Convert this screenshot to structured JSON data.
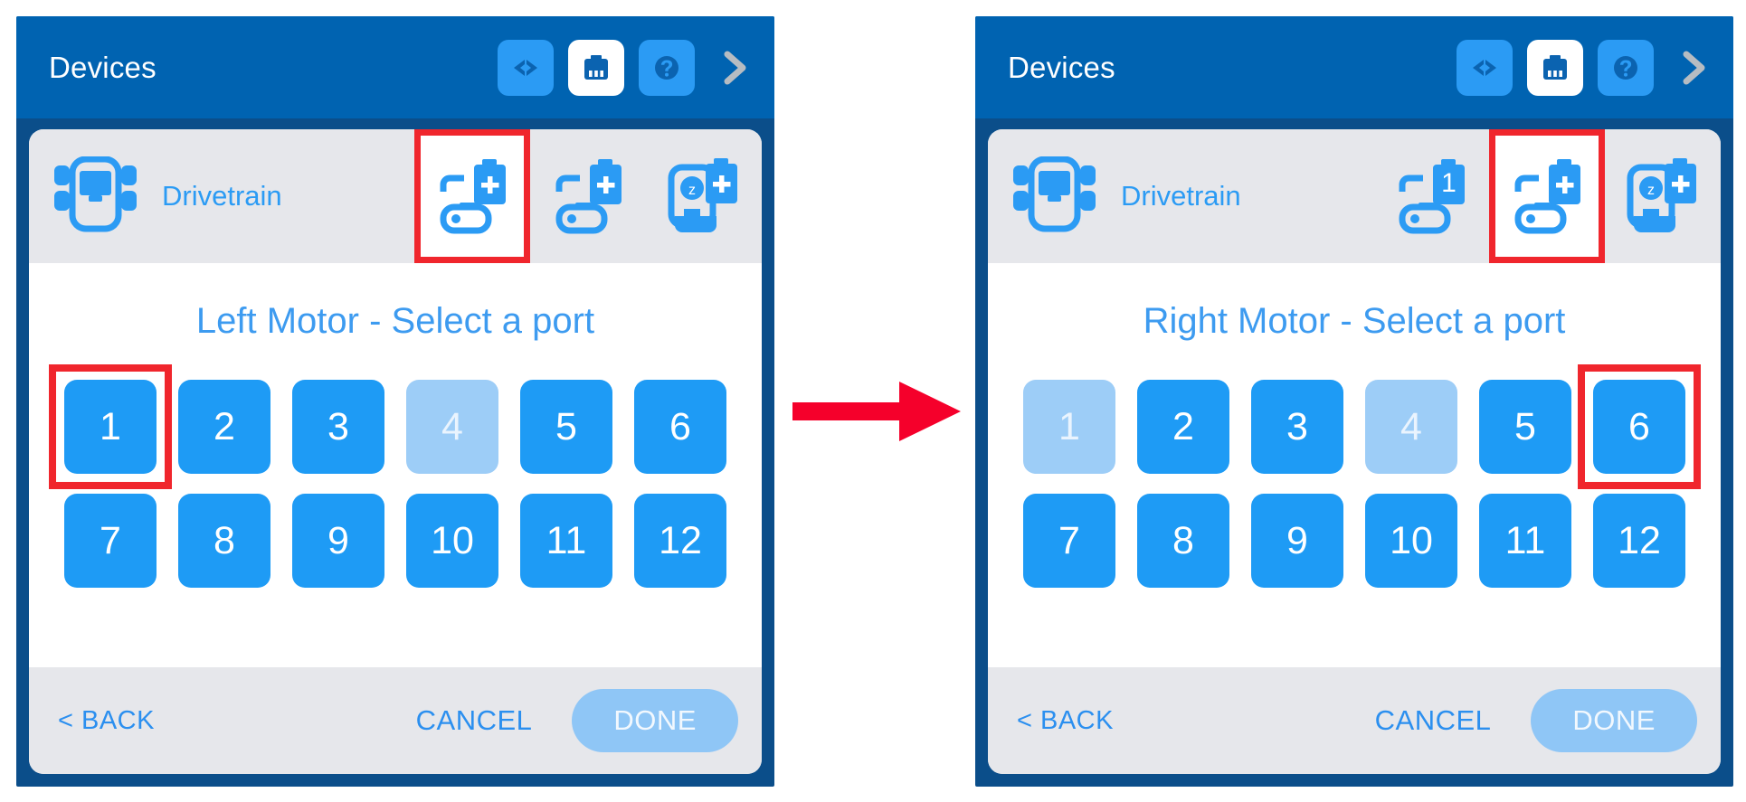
{
  "accent": {
    "header_blue": "#0063B1",
    "frame_navy": "#0B4E8A",
    "card_grey": "#E6E7EB",
    "port_blue": "#1E9BF5",
    "port_disabled_blue": "#9DCDF7",
    "link_blue": "#2B8FEF",
    "prompt_blue": "#3D9BF0",
    "highlight_red": "#F0262D",
    "done_disabled": "#8FC6F6"
  },
  "panels": [
    {
      "id": "left-panel",
      "titlebar": {
        "title": "Devices",
        "icons": [
          {
            "name": "code-icon",
            "glyph": "<>",
            "style": "fill-lt"
          },
          {
            "name": "brain-port-icon",
            "glyph": "brain",
            "style": "fill-white"
          },
          {
            "name": "help-icon",
            "glyph": "?",
            "style": "fill-lt"
          },
          {
            "name": "chevron-right-icon",
            "glyph": ">",
            "style": "plain"
          }
        ]
      },
      "device_row": {
        "device_icon": "drivetrain-icon",
        "device_name": "Drivetrain",
        "slots": [
          {
            "name": "add-motor-left-slot",
            "badge": "+",
            "icon": "motor-icon",
            "selected": true
          },
          {
            "name": "add-motor-right-slot",
            "badge": "+",
            "icon": "motor-icon",
            "selected": false
          },
          {
            "name": "add-gyro-slot",
            "badge": "+",
            "icon": "gyro-icon",
            "selected": false
          }
        ]
      },
      "prompt": "Left Motor - Select a port",
      "ports": [
        {
          "label": "1",
          "disabled": false,
          "marked": true
        },
        {
          "label": "2",
          "disabled": false,
          "marked": false
        },
        {
          "label": "3",
          "disabled": false,
          "marked": false
        },
        {
          "label": "4",
          "disabled": true,
          "marked": false
        },
        {
          "label": "5",
          "disabled": false,
          "marked": false
        },
        {
          "label": "6",
          "disabled": false,
          "marked": false
        },
        {
          "label": "7",
          "disabled": false,
          "marked": false
        },
        {
          "label": "8",
          "disabled": false,
          "marked": false
        },
        {
          "label": "9",
          "disabled": false,
          "marked": false
        },
        {
          "label": "10",
          "disabled": false,
          "marked": false
        },
        {
          "label": "11",
          "disabled": false,
          "marked": false
        },
        {
          "label": "12",
          "disabled": false,
          "marked": false
        }
      ],
      "footer": {
        "back_label": "< BACK",
        "cancel_label": "CANCEL",
        "done_label": "DONE",
        "done_enabled": false
      }
    },
    {
      "id": "right-panel",
      "titlebar": {
        "title": "Devices",
        "icons": [
          {
            "name": "code-icon",
            "glyph": "<>",
            "style": "fill-lt"
          },
          {
            "name": "brain-port-icon",
            "glyph": "brain",
            "style": "fill-white"
          },
          {
            "name": "help-icon",
            "glyph": "?",
            "style": "fill-lt"
          },
          {
            "name": "chevron-right-icon",
            "glyph": ">",
            "style": "plain"
          }
        ]
      },
      "device_row": {
        "device_icon": "drivetrain-icon",
        "device_name": "Drivetrain",
        "slots": [
          {
            "name": "motor-left-slot",
            "badge": "1",
            "icon": "motor-icon",
            "selected": false
          },
          {
            "name": "add-motor-right-slot",
            "badge": "+",
            "icon": "motor-icon",
            "selected": true
          },
          {
            "name": "add-gyro-slot",
            "badge": "+",
            "icon": "gyro-icon",
            "selected": false
          }
        ]
      },
      "prompt": "Right Motor - Select a port",
      "ports": [
        {
          "label": "1",
          "disabled": true,
          "marked": false
        },
        {
          "label": "2",
          "disabled": false,
          "marked": false
        },
        {
          "label": "3",
          "disabled": false,
          "marked": false
        },
        {
          "label": "4",
          "disabled": true,
          "marked": false
        },
        {
          "label": "5",
          "disabled": false,
          "marked": false
        },
        {
          "label": "6",
          "disabled": false,
          "marked": true
        },
        {
          "label": "7",
          "disabled": false,
          "marked": false
        },
        {
          "label": "8",
          "disabled": false,
          "marked": false
        },
        {
          "label": "9",
          "disabled": false,
          "marked": false
        },
        {
          "label": "10",
          "disabled": false,
          "marked": false
        },
        {
          "label": "11",
          "disabled": false,
          "marked": false
        },
        {
          "label": "12",
          "disabled": false,
          "marked": false
        }
      ],
      "footer": {
        "back_label": "< BACK",
        "cancel_label": "CANCEL",
        "done_label": "DONE",
        "done_enabled": false
      }
    }
  ],
  "transition_arrow": {
    "name": "red-right-arrow",
    "color": "#F5002B",
    "direction": "right"
  }
}
